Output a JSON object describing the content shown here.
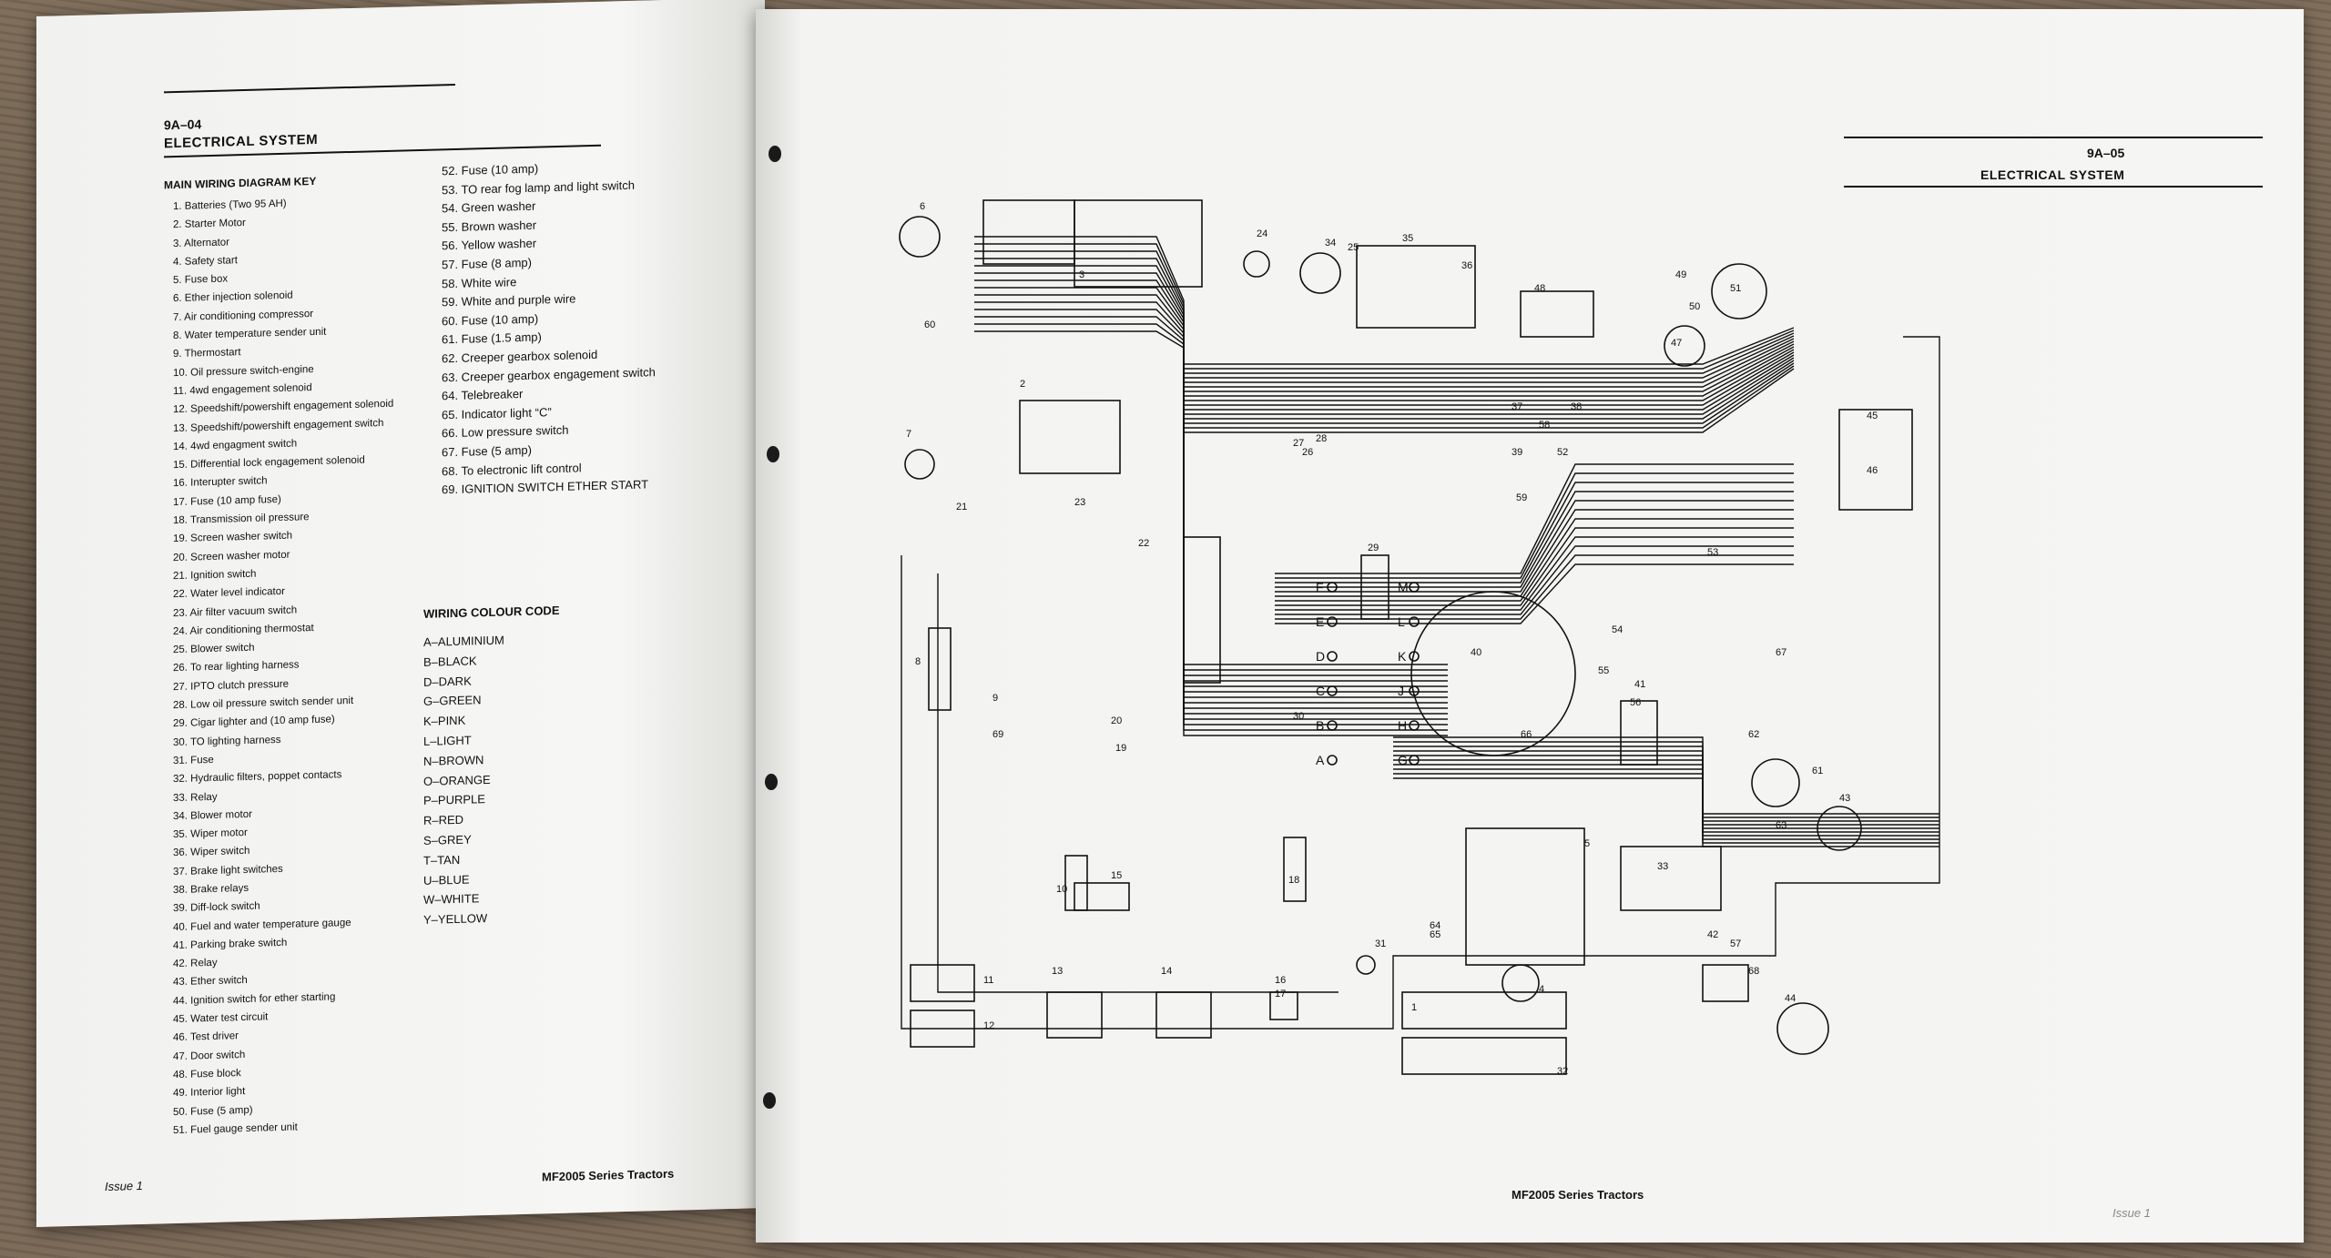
{
  "left_page": {
    "page_number": "9A–04",
    "section_title": "ELECTRICAL SYSTEM",
    "key_heading": "MAIN WIRING DIAGRAM KEY",
    "key_items_col1": [
      "1. Batteries (Two 95 AH)",
      "2. Starter Motor",
      "3. Alternator",
      "4. Safety start",
      "5. Fuse box",
      "6. Ether injection solenoid",
      "7. Air conditioning compressor",
      "8. Water temperature sender unit",
      "9. Thermostart",
      "10. Oil pressure switch-engine",
      "11. 4wd engagement solenoid",
      "12. Speedshift/powershift engagement solenoid",
      "13. Speedshift/powershift engagement switch",
      "14. 4wd engagment switch",
      "15. Differential lock engagement solenoid",
      "16. Interupter switch",
      "17. Fuse (10 amp fuse)",
      "18. Transmission oil pressure",
      "19. Screen washer switch",
      "20. Screen washer motor",
      "21. Ignition switch",
      "22. Water level indicator",
      "23. Air filter vacuum switch",
      "24. Air conditioning thermostat",
      "25. Blower switch",
      "26. To rear lighting harness",
      "27. IPTO clutch pressure",
      "28. Low oil pressure switch sender unit",
      "29. Cigar lighter and (10 amp fuse)",
      "30. TO lighting harness",
      "31. Fuse",
      "32. Hydraulic filters, poppet contacts",
      "33. Relay",
      "34. Blower motor",
      "35. Wiper motor",
      "36. Wiper switch",
      "37. Brake light switches",
      "38. Brake relays",
      "39. Diff-lock switch",
      "40. Fuel and water temperature gauge",
      "41. Parking brake switch",
      "42. Relay",
      "43. Ether switch",
      "44. Ignition switch for ether starting",
      "45. Water test circuit",
      "46. Test driver",
      "47. Door switch",
      "48. Fuse block",
      "49. Interior light",
      "50. Fuse (5 amp)",
      "51. Fuel gauge sender unit"
    ],
    "key_items_col2": [
      "52. Fuse (10 amp)",
      "53. TO rear fog lamp and light switch",
      "54. Green washer",
      "55. Brown washer",
      "56. Yellow washer",
      "57. Fuse (8 amp)",
      "58. White wire",
      "59. White and purple wire",
      "60. Fuse (10 amp)",
      "61. Fuse (1.5 amp)",
      "62. Creeper gearbox solenoid",
      "63. Creeper gearbox engagement switch",
      "64. Telebreaker",
      "65. Indicator light “C”",
      "66. Low pressure switch",
      "67. Fuse (5 amp)",
      "68. To electronic lift control",
      "69. IGNITION SWITCH ETHER START"
    ],
    "colour_heading": "WIRING COLOUR CODE",
    "colour_codes": [
      "A–ALUMINIUM",
      "B–BLACK",
      "D–DARK",
      "G–GREEN",
      "K–PINK",
      "L–LIGHT",
      "N–BROWN",
      "O–ORANGE",
      "P–PURPLE",
      "R–RED",
      "S–GREY",
      "T–TAN",
      "U–BLUE",
      "W–WHITE",
      "Y–YELLOW"
    ],
    "footer_issue": "Issue 1",
    "footer_series": "MF2005 Series Tractors"
  },
  "right_page": {
    "page_number": "9A–05",
    "section_title": "ELECTRICAL SYSTEM",
    "footer_series": "MF2005 Series Tractors",
    "footer_issue": "Issue 1",
    "diagram_connector_letters": [
      "F",
      "E",
      "D",
      "C",
      "B",
      "A",
      "M",
      "L",
      "K",
      "J",
      "H",
      "G"
    ],
    "diagram_component_numbers": [
      "1",
      "2",
      "3",
      "4",
      "5",
      "6",
      "7",
      "8",
      "9",
      "10",
      "11",
      "12",
      "13",
      "14",
      "15",
      "16",
      "17",
      "18",
      "19",
      "20",
      "21",
      "22",
      "23",
      "24",
      "25",
      "26",
      "27",
      "28",
      "29",
      "30",
      "31",
      "32",
      "33",
      "34",
      "35",
      "36",
      "37",
      "38",
      "39",
      "40",
      "41",
      "42",
      "43",
      "44",
      "45",
      "46",
      "47",
      "48",
      "49",
      "50",
      "51",
      "52",
      "53",
      "54",
      "55",
      "56",
      "57",
      "58",
      "59",
      "60",
      "61",
      "62",
      "63",
      "64",
      "65",
      "66",
      "67",
      "68",
      "69"
    ]
  },
  "colors": {
    "paper": "#f4f4f2",
    "ink": "#111111",
    "wood": "#6f5f4d"
  }
}
